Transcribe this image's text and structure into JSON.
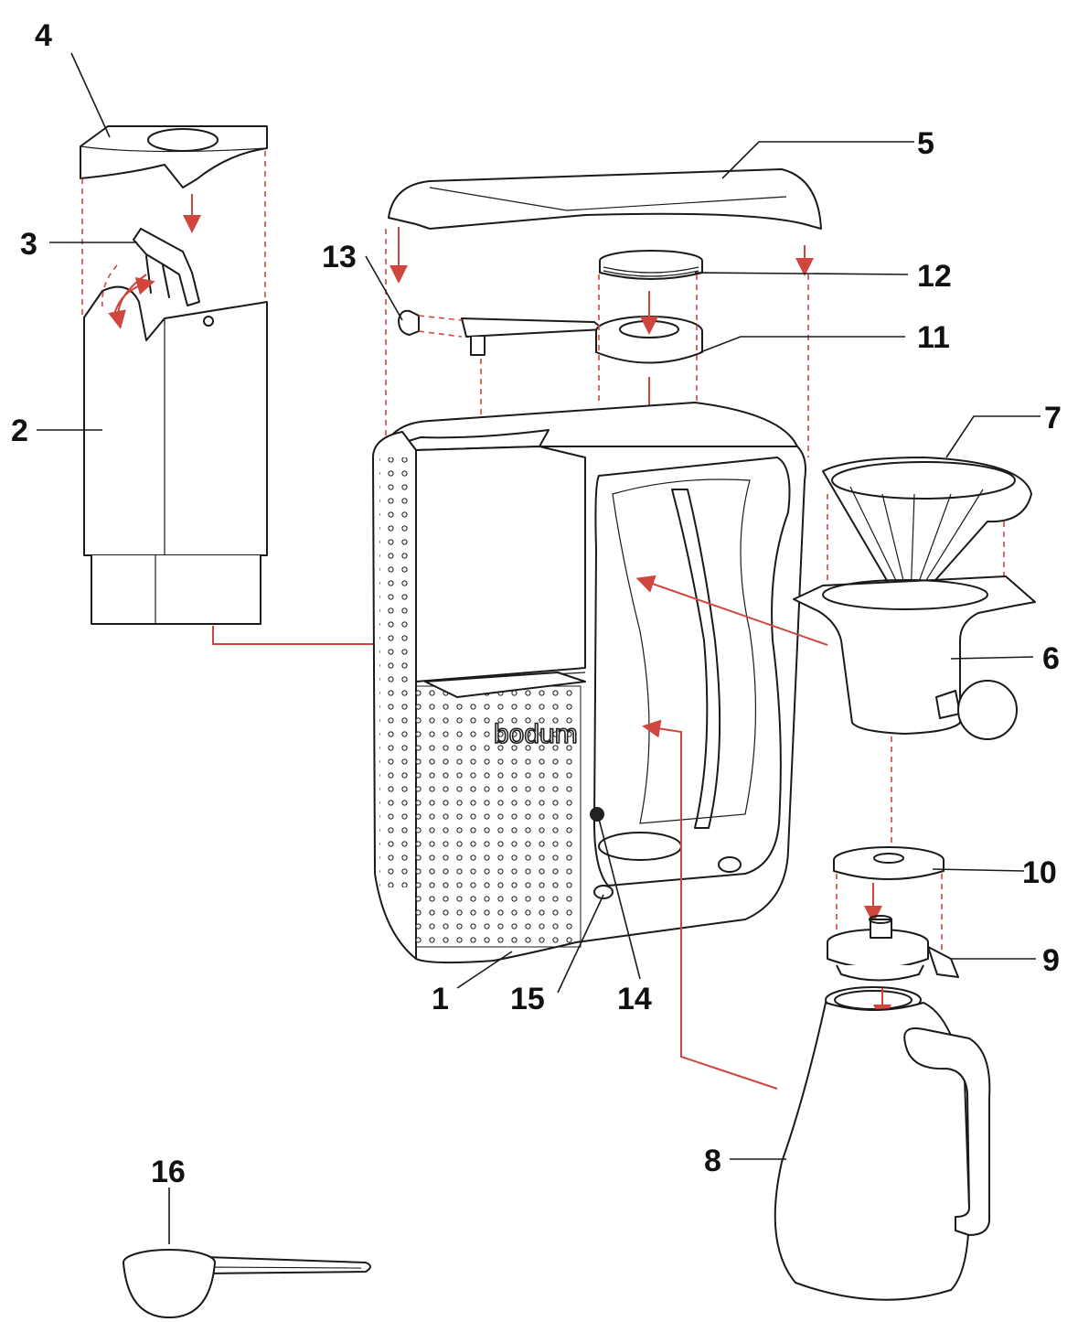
{
  "diagram": {
    "brand_text": "bodum",
    "accent_color": "#d0453e",
    "labels": {
      "p1": "1",
      "p2": "2",
      "p3": "3",
      "p4": "4",
      "p5": "5",
      "p6": "6",
      "p7": "7",
      "p8": "8",
      "p9": "9",
      "p10": "10",
      "p11": "11",
      "p12": "12",
      "p13": "13",
      "p14": "14",
      "p15": "15",
      "p16": "16"
    }
  }
}
